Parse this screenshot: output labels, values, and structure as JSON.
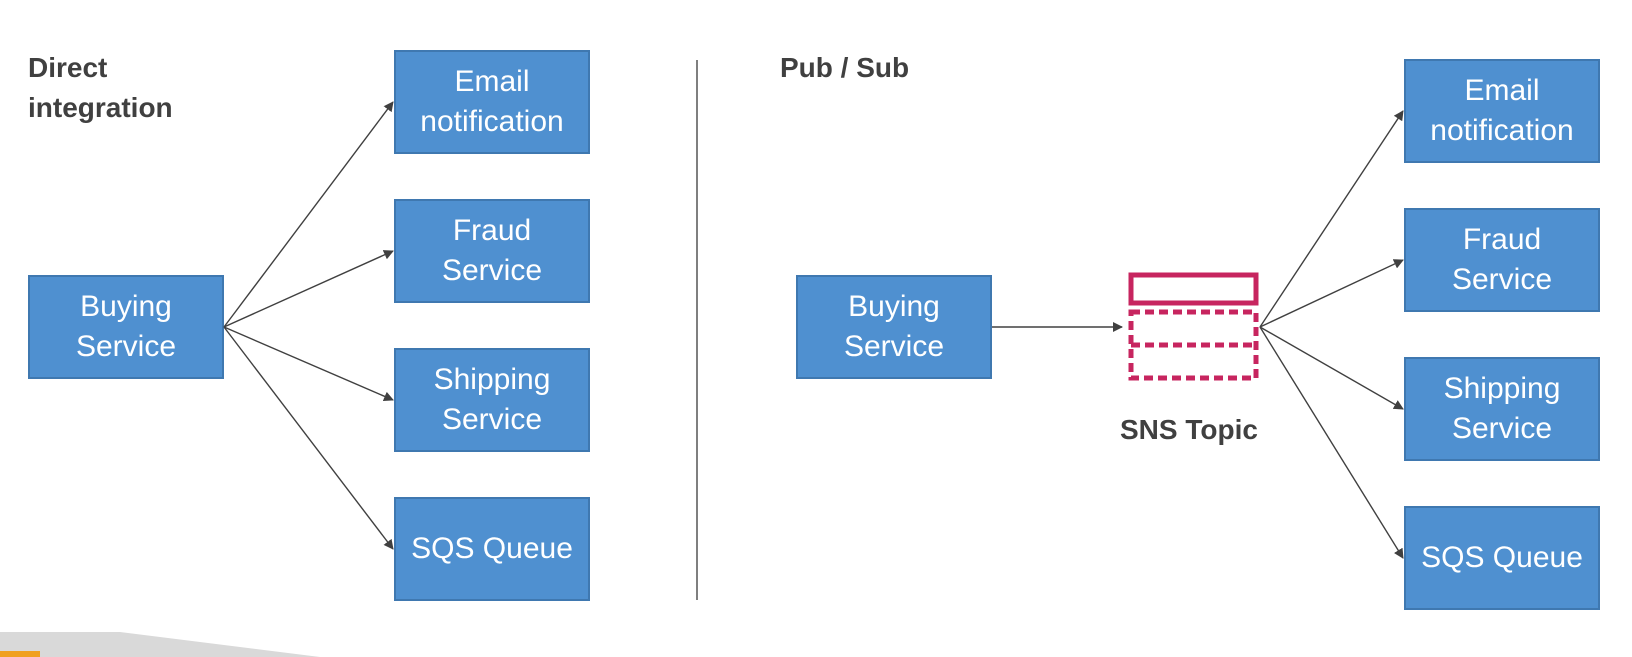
{
  "left": {
    "heading": "Direct integration",
    "source": "Buying Service",
    "targets": [
      "Email notification",
      "Fraud Service",
      "Shipping Service",
      "SQS Queue"
    ]
  },
  "right": {
    "heading": "Pub / Sub",
    "source": "Buying Service",
    "topic_label": "SNS Topic",
    "targets": [
      "Email notification",
      "Fraud Service",
      "Shipping Service",
      "SQS Queue"
    ]
  },
  "colors": {
    "box_fill": "#4f90d0",
    "box_border": "#3f78b0",
    "topic": "#c7255f",
    "arrow": "#404040"
  }
}
